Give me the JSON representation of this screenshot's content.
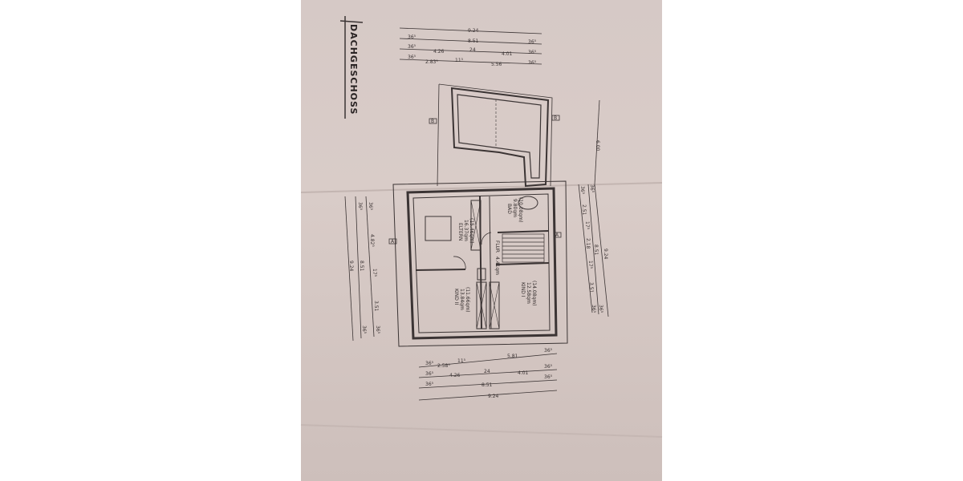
{
  "drawing": {
    "title": "DACHGESCHOSS",
    "rooms": [
      {
        "name": "ELTERN",
        "area": "16.37qm",
        "area2": "(15.46qm)"
      },
      {
        "name": "BAD",
        "area": "9.80qm",
        "area2": "(10.08qm)"
      },
      {
        "name": "FLUR",
        "area": "4.41qm"
      },
      {
        "name": "KIND II",
        "area": "13.84qm",
        "area2": "(11.66qm)"
      },
      {
        "name": "KIND I",
        "area": "12.58qm",
        "area2": "(14.08qm)"
      }
    ],
    "dims_top": [
      [
        "9.24"
      ],
      [
        "36⁵",
        "8.51",
        "36⁵"
      ],
      [
        "36⁵",
        "4.26",
        "24",
        "4.01",
        "36⁵"
      ],
      [
        "36⁵",
        "2.83⁵",
        "11⁵",
        "5.56",
        "36⁵"
      ]
    ],
    "dims_bottom": [
      [
        "36⁵",
        "2.58⁵",
        "11⁵",
        "5.81",
        "36⁵"
      ],
      [
        "36⁵",
        "4.26",
        "24",
        "4.01",
        "36⁵"
      ],
      [
        "36⁵",
        "8.51",
        "36⁵"
      ],
      [
        "9.24"
      ]
    ],
    "dims_left": [
      [
        "36⁵",
        "4.82⁵",
        "17⁵",
        "3.51",
        "36⁵"
      ],
      [
        "36⁵",
        "8.51",
        "36⁵"
      ],
      [
        "9.24"
      ]
    ],
    "dims_right": [
      [
        "6.00"
      ],
      [
        "36⁵",
        "2.51",
        "17⁵",
        "2.18",
        "17⁵",
        "3.51",
        "36⁵"
      ],
      [
        "36⁵",
        "8.51",
        "36⁵"
      ],
      [
        "9.24"
      ]
    ],
    "section_marks": [
      "B",
      "B",
      "A",
      "A"
    ],
    "colors": {
      "paper": "#d8cbc7",
      "ink": "#3b3434",
      "background": "#ffffff"
    }
  }
}
